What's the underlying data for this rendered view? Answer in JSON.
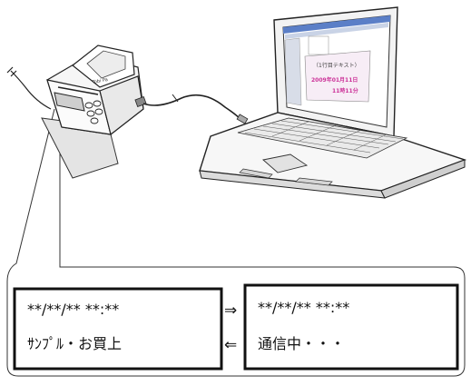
{
  "printer": {
    "brand_label": "Tobi Pa"
  },
  "laptop": {
    "screen_lines": [
      "（1行目テキスト）",
      "2009年01月11日",
      "11時11分"
    ]
  },
  "left_display": {
    "line1": "**/**/**     **:**",
    "line2": "ｻﾝﾌﾟﾙ・お買上"
  },
  "right_display": {
    "line1": "**/**/**     **:**",
    "line2": "通信中・・・"
  },
  "arrows": {
    "forward": "⇒",
    "backward": "⇐"
  }
}
